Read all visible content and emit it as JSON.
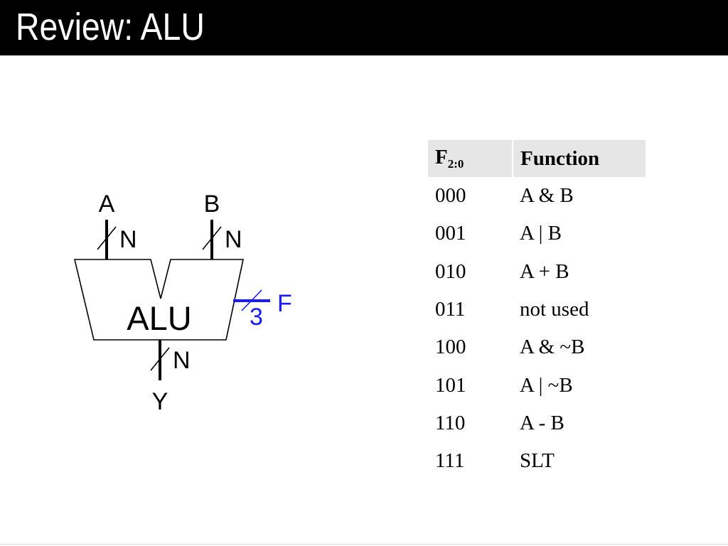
{
  "title": "Review: ALU",
  "diagram": {
    "block_label": "ALU",
    "inputs": [
      {
        "name": "A",
        "width": "N"
      },
      {
        "name": "B",
        "width": "N"
      }
    ],
    "control": {
      "name": "F",
      "width": "3"
    },
    "output": {
      "name": "Y",
      "width": "N"
    }
  },
  "colors": {
    "title_bar": "#000000",
    "control_signal": "#1a1aff",
    "table_header": "#e6e6e6"
  },
  "table": {
    "headers": {
      "f_main": "F",
      "f_sub": "2:0",
      "function": "Function"
    },
    "rows": [
      {
        "f": "000",
        "function": "A & B"
      },
      {
        "f": "001",
        "function": "A | B"
      },
      {
        "f": "010",
        "function": "A + B"
      },
      {
        "f": "011",
        "function": "not used"
      },
      {
        "f": "100",
        "function": "A & ~B"
      },
      {
        "f": "101",
        "function": "A | ~B"
      },
      {
        "f": "110",
        "function": "A - B"
      },
      {
        "f": "111",
        "function": "SLT"
      }
    ]
  }
}
